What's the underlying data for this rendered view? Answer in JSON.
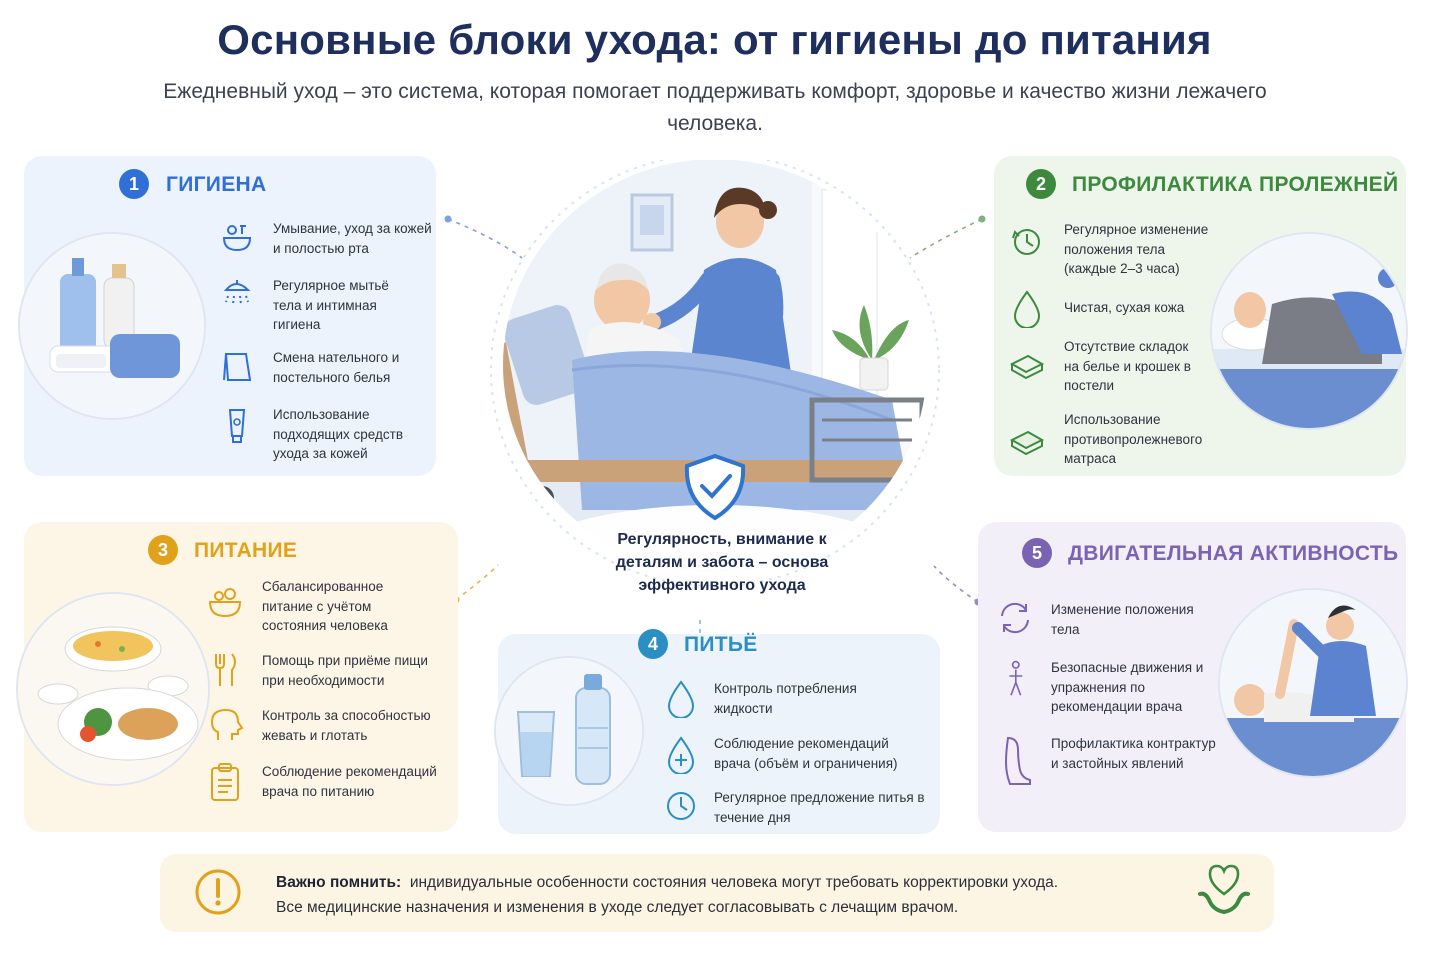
{
  "header": {
    "title": "Основные блоки ухода: от гигиены до питания",
    "subtitle": "Ежедневный уход – это система, которая помогает поддерживать комфорт, здоровье и качество жизни лежачего человека."
  },
  "center": {
    "motto": "Регулярность, внимание к деталям и забота – основа эффективного ухода"
  },
  "blocks": [
    {
      "number": "1",
      "title": "ГИГИЕНА",
      "color": "#2f6fd6",
      "items": [
        {
          "icon": "washbasin-icon",
          "text": "Умывание, уход за кожей и полостью рта"
        },
        {
          "icon": "shower-icon",
          "text": "Регулярное мытьё тела и интимная гигиена"
        },
        {
          "icon": "linen-icon",
          "text": "Смена нательного и постельного белья"
        },
        {
          "icon": "cream-tube-icon",
          "text": "Использование подходящих средств ухода за кожей"
        }
      ]
    },
    {
      "number": "2",
      "title": "ПРОФИЛАКТИКА ПРОЛЕЖНЕЙ",
      "color": "#3d8a3f",
      "items": [
        {
          "icon": "rotation-clock-icon",
          "text": "Регулярное изменение положения тела (каждые 2–3 часа)"
        },
        {
          "icon": "drop-icon",
          "text": "Чистая, сухая кожа"
        },
        {
          "icon": "sheet-icon",
          "text": "Отсутствие складок на белье и крошек в постели"
        },
        {
          "icon": "mattress-icon",
          "text": "Использование противопролежневого матраса"
        }
      ]
    },
    {
      "number": "3",
      "title": "ПИТАНИЕ",
      "color": "#e0a21b",
      "items": [
        {
          "icon": "food-bowl-icon",
          "text": "Сбалансированное питание с учётом состояния человека"
        },
        {
          "icon": "cutlery-icon",
          "text": "Помощь при приёме пищи при необходимости"
        },
        {
          "icon": "swallow-icon",
          "text": "Контроль за способностью жевать и глотать"
        },
        {
          "icon": "clipboard-icon",
          "text": "Соблюдение рекомендаций врача по питанию"
        }
      ]
    },
    {
      "number": "4",
      "title": "ПИТЬЁ",
      "color": "#2b8fc4",
      "items": [
        {
          "icon": "water-drop-icon",
          "text": "Контроль потребления жидкости"
        },
        {
          "icon": "medical-drop-icon",
          "text": "Соблюдение рекомендаций врача (объём и ограничения)"
        },
        {
          "icon": "clock-icon",
          "text": "Регулярное предложение питья в течение дня"
        }
      ]
    },
    {
      "number": "5",
      "title": "ДВИГАТЕЛЬНАЯ АКТИВНОСТЬ",
      "color": "#7a63b3",
      "items": [
        {
          "icon": "turn-arrows-icon",
          "text": "Изменение положения тела"
        },
        {
          "icon": "walking-person-icon",
          "text": "Безопасные движения и упражнения по рекомендации врача"
        },
        {
          "icon": "leg-icon",
          "text": "Профилактика контрактур и застойных явлений"
        }
      ]
    }
  ],
  "notice": {
    "label": "Важно помнить:",
    "line1": "индивидуальные особенности состояния человека могут требовать корректировки ухода.",
    "line2": "Все медицинские назначения и изменения в уходе следует согласовывать с лечащим врачом."
  }
}
